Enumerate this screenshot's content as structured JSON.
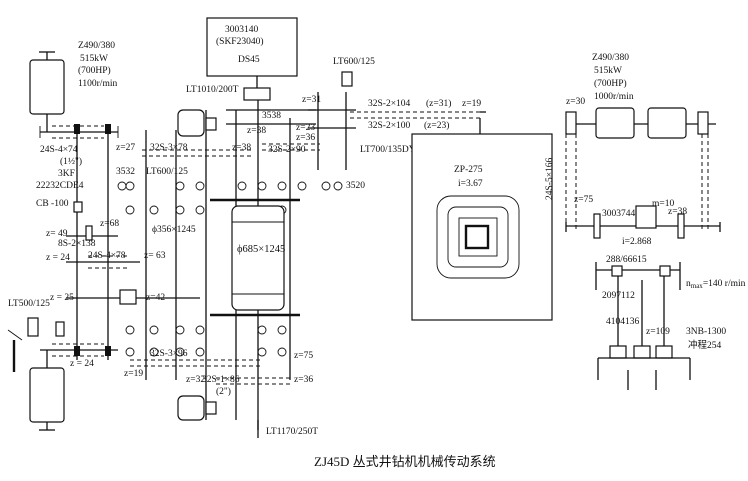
{
  "caption": "ZJ45D 丛式井钻机机械传动系统",
  "left_engine": {
    "model": "Z490/380",
    "power": "515kW",
    "hp": "(700HP)",
    "speed": "1100r/min"
  },
  "right_engine": {
    "model": "Z490/380",
    "power": "515kW",
    "hp": "(700HP)",
    "speed": "1000r/min"
  },
  "top_box": {
    "code": "3003140",
    "bearing": "(SKF23040)",
    "name": "DS45"
  },
  "drawworks_labels": {
    "lt1010": "LT1010/200T",
    "b3538": "3538",
    "z31_a": "z=31",
    "z38_a": "z=38",
    "z38_b": "z=38",
    "z23": "z=23",
    "z36_a": "z=36",
    "chain_32s3x78": "32S-3×78",
    "chain_32s2x90": "32S-2×90",
    "z27": "z=27",
    "b3532": "3532",
    "lt600_a": "LT600/125",
    "drum_356": "ϕ356×1245",
    "drum_685": "ϕ685×1245",
    "chain_32s3x96": "32S-3×96",
    "z19_b": "z=19",
    "z32": "z=32",
    "chain_32s1x86": "32S-1×86",
    "chain_32s1x86_sub": "(2\")",
    "z75_a": "z=75",
    "z36_b": "z=36",
    "lt1170": "LT1170/250T",
    "z42": "z=42"
  },
  "left_labels": {
    "chain_24s4x74": "24S-4×74",
    "chain_24s4x74_sub": "(1½\")",
    "kf3": "3KF",
    "cde": "22232CDE4",
    "cb100": "CB -100",
    "z68": "z=68",
    "z49": "z= 49",
    "chain_8s2x138": "8S-2×138",
    "z24_a": "z = 24",
    "chain_24s4x78": "24S-4×78",
    "z63": "z= 63",
    "z25": "z = 25",
    "lt500": "LT500/125",
    "z24_b": "z = 24"
  },
  "rotary_labels": {
    "lt600_b": "LT600/125",
    "chain_32s2x104": "32S-2×104",
    "chain_32s2x100": "32S-2×100",
    "z31_b": "(z=31)",
    "z23_b": "(z=23)",
    "z19_a": "z=19",
    "lt700": "LT700/135DY",
    "b3520": "3520",
    "zp275": "ZP-275",
    "ratio": "i=3.67"
  },
  "pump_labels": {
    "z30": "z=30",
    "chain_24s5x166": "24S-5×166",
    "z75_b": "z=75",
    "b3003744": "3003744",
    "m10": "m=10",
    "z38_c": "z=38",
    "i2868": "i=2.868",
    "b288": "288/66615",
    "nmax": "n",
    "nmax_sub": "max",
    "nmax_val": "=140 r/min",
    "b2097112": "2097112",
    "b4104136": "4104136",
    "z109": "z=109",
    "pump_name": "3NB-1300",
    "stroke": "冲程254"
  }
}
